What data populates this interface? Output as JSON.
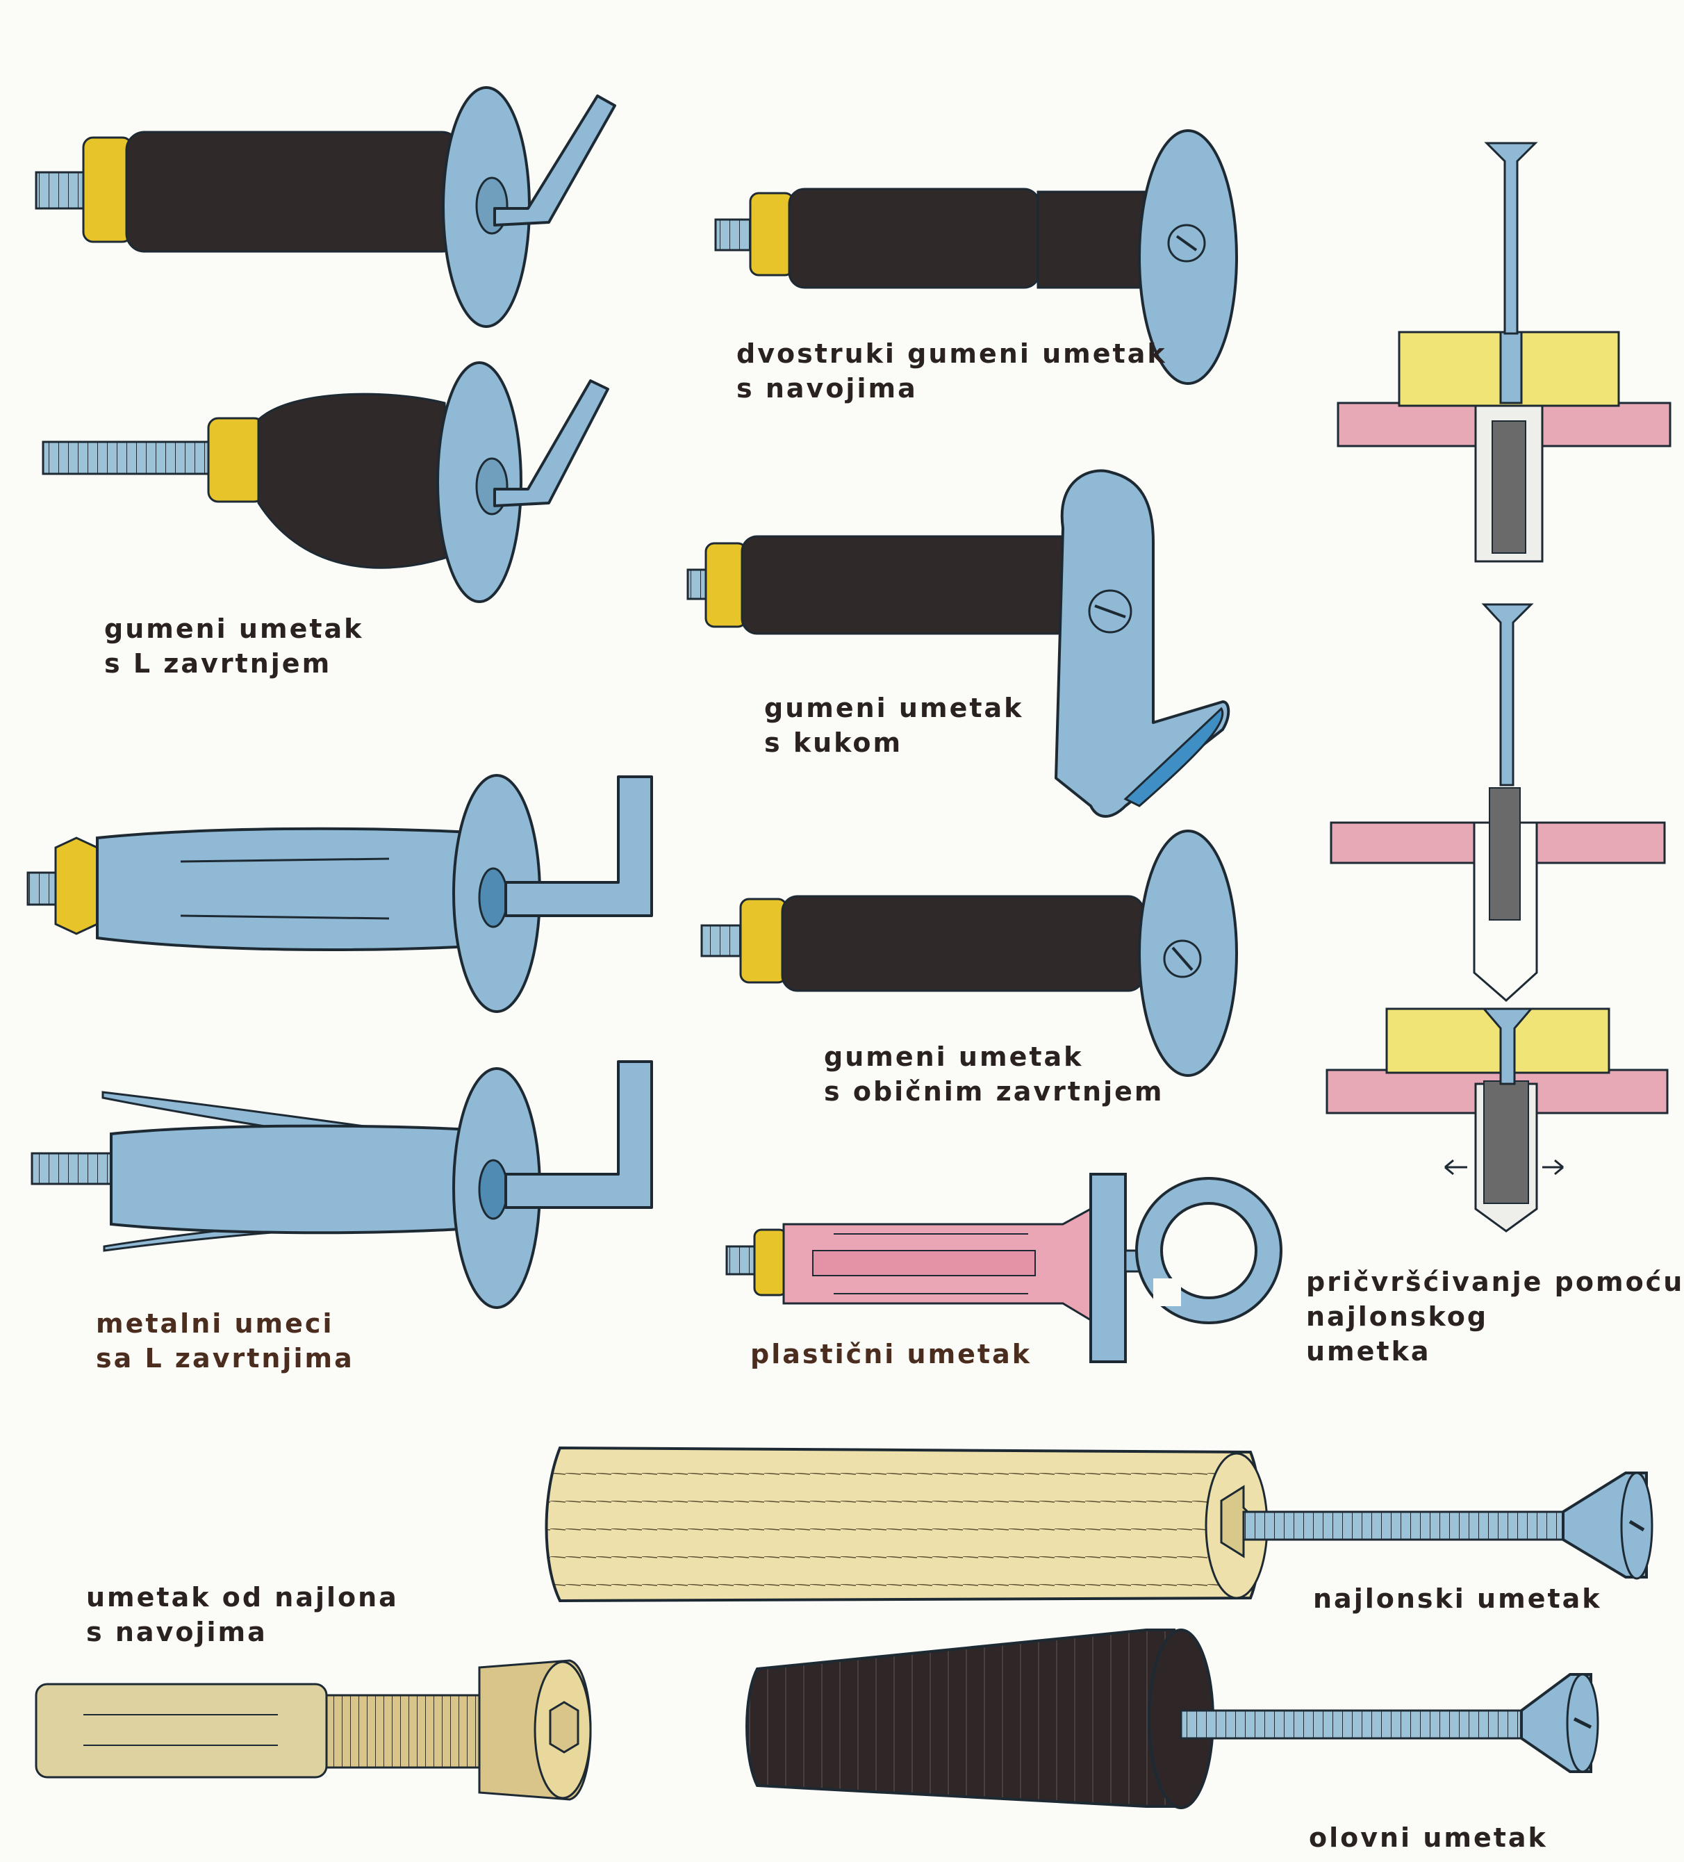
{
  "colors": {
    "background": "#fbfbf7",
    "rubber": "#2f2929",
    "yellow_ring": "#e7c52a",
    "steel_blue": "#8fb9d4",
    "plastic_pink": "#eaa6b4",
    "nylon_tan": "#ede0ab",
    "wall_pink": "#e8a9b6",
    "panel_yellow": "#f0e477",
    "outline": "#1e2a33",
    "caption_text": "#2a2220",
    "caption_brown": "#4a2d1e"
  },
  "items": [
    {
      "id": "rubber_l_bolt",
      "lines": [
        "gumeni umetak",
        "s L zavrtnjem"
      ]
    },
    {
      "id": "double_rubber",
      "lines": [
        "dvostruki gumeni umetak",
        "s navojima"
      ]
    },
    {
      "id": "rubber_hook",
      "lines": [
        "gumeni umetak",
        "s kukom"
      ]
    },
    {
      "id": "rubber_plain_screw",
      "lines": [
        "gumeni umetak",
        "s običnim zavrtnjem"
      ]
    },
    {
      "id": "metal_l_bolts",
      "lines": [
        "metalni umeci",
        "sa L zavrtnjima"
      ]
    },
    {
      "id": "plastic",
      "lines": [
        "plastični umetak"
      ]
    },
    {
      "id": "nylon_fastening",
      "lines": [
        "pričvršćivanje pomoću",
        "najlonskog",
        "umetka"
      ]
    },
    {
      "id": "nylon_threaded",
      "lines": [
        "umetak od najlona",
        "s navojima"
      ]
    },
    {
      "id": "nylon_plug",
      "lines": [
        "najlonski umetak"
      ]
    },
    {
      "id": "lead_plug",
      "lines": [
        "olovni umetak"
      ]
    }
  ],
  "icons": [
    "rubber-anchor-icon",
    "l-bolt-icon",
    "hook-plate-icon",
    "screw-icon",
    "metal-anchor-icon",
    "eye-hook-icon",
    "wall-section-icon",
    "socket-screw-icon",
    "wood-screw-icon",
    "arrow-icon"
  ]
}
